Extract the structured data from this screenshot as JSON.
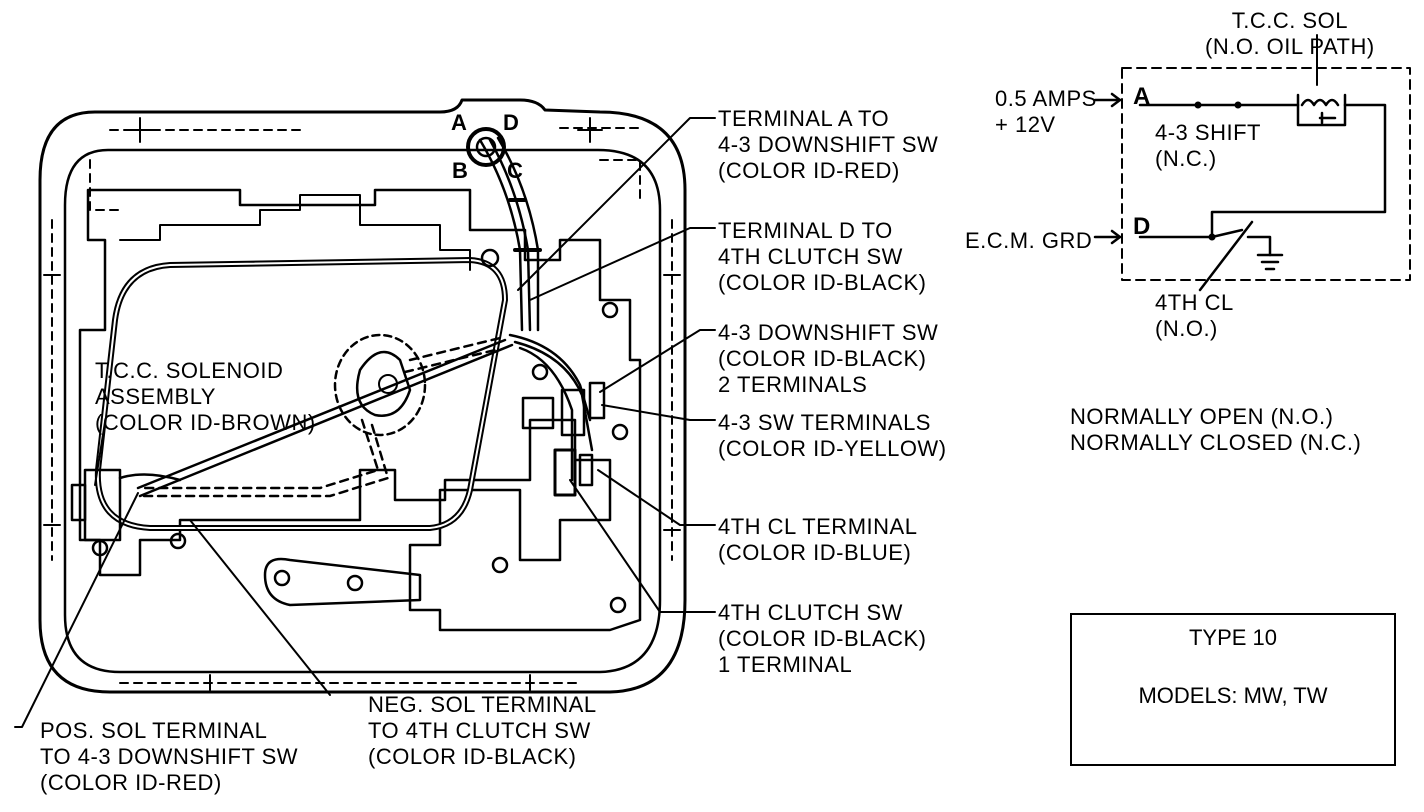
{
  "pan_callouts": {
    "terminal_a": [
      "TERMINAL A TO",
      "4-3 DOWNSHIFT SW",
      "(COLOR ID-RED)"
    ],
    "terminal_d": [
      "TERMINAL D TO",
      "4TH CLUTCH SW",
      "(COLOR ID-BLACK)"
    ],
    "downshift_sw": [
      "4-3 DOWNSHIFT SW",
      "(COLOR ID-BLACK)",
      "2 TERMINALS"
    ],
    "sw_terminals": [
      "4-3 SW TERMINALS",
      "(COLOR ID-YELLOW)"
    ],
    "cl_terminal": [
      "4TH CL TERMINAL",
      "(COLOR ID-BLUE)"
    ],
    "clutch_sw": [
      "4TH CLUTCH SW",
      "(COLOR ID-BLACK)",
      "1 TERMINAL"
    ],
    "solenoid_assembly": [
      "T.C.C. SOLENOID",
      "ASSEMBLY",
      "(COLOR ID-BROWN)"
    ],
    "neg_terminal": [
      "NEG. SOL TERMINAL",
      "TO 4TH CLUTCH SW",
      "(COLOR ID-BLACK)"
    ],
    "pos_terminal": [
      "POS. SOL TERMINAL",
      "TO 4-3 DOWNSHIFT SW",
      "(COLOR ID-RED)"
    ]
  },
  "connector_letters": {
    "a": "A",
    "b": "B",
    "c": "C",
    "d": "D"
  },
  "schematic": {
    "solenoid_title": [
      "T.C.C. SOL",
      "(N.O. OIL PATH)"
    ],
    "supply": [
      "0.5 AMPS",
      "+ 12V"
    ],
    "terminal_a": "A",
    "terminal_d": "D",
    "shift_switch": [
      "4-3 SHIFT",
      "(N.C.)"
    ],
    "ecm": "E.C.M. GRD",
    "fourth_cl": [
      "4TH CL",
      "(N.O.)"
    ]
  },
  "legend": [
    "NORMALLY OPEN (N.O.)",
    "NORMALLY CLOSED (N.C.)"
  ],
  "type_box": {
    "type": "TYPE 10",
    "models": "MODELS: MW, TW"
  }
}
